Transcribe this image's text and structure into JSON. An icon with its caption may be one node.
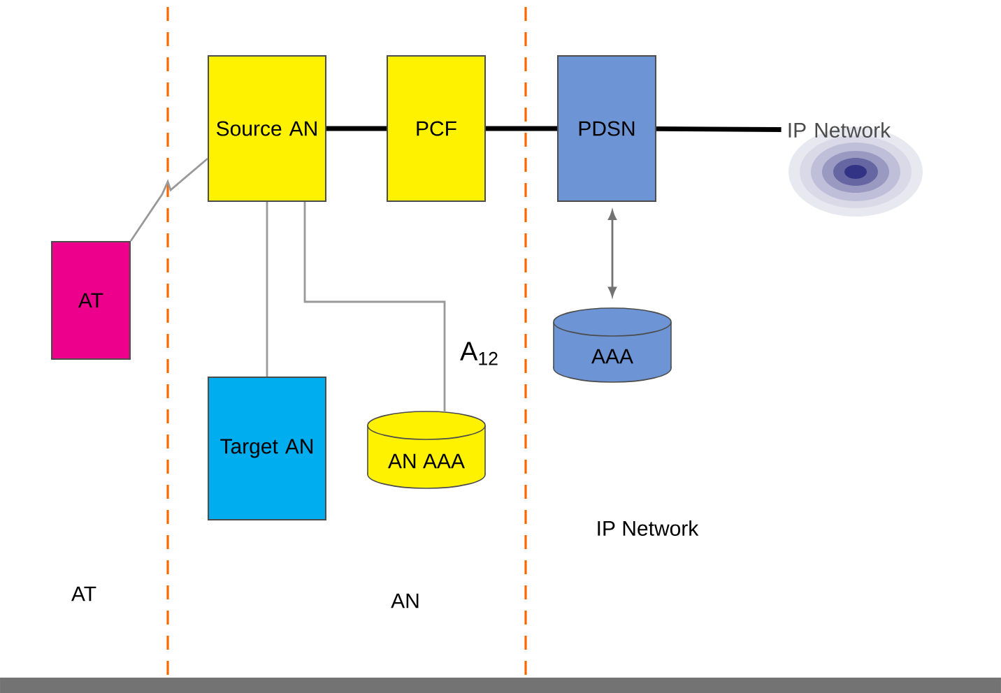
{
  "diagram": {
    "nodes": [
      {
        "text": [
          "AT"
        ]
      },
      {
        "text": [
          "Source AN"
        ]
      },
      {
        "text": [
          "PCF"
        ]
      },
      {
        "text": [
          "PDSN"
        ]
      },
      {
        "text": [
          "IP Network"
        ]
      },
      {
        "text": [
          "Target AN"
        ]
      },
      {
        "text": [
          "AN AAA"
        ]
      },
      {
        "text": [
          "AAA"
        ]
      }
    ],
    "edges": [
      {
        "from": 0,
        "to": 1,
        "arrow": "none",
        "color": "#999999"
      },
      {
        "from": 1,
        "to": 2,
        "arrow": "none",
        "style": "thick",
        "color": "#000000"
      },
      {
        "from": 2,
        "to": 3,
        "arrow": "none",
        "style": "thick",
        "color": "#000000"
      },
      {
        "from": 3,
        "to": 4,
        "arrow": "none",
        "style": "thick",
        "color": "#000000"
      },
      {
        "from": 3,
        "to": 7,
        "arrow": "both"
      },
      {
        "from": 1,
        "to": 5,
        "arrow": "none",
        "color": "#999999"
      },
      {
        "from": 1,
        "to": 6,
        "arrow": "none",
        "color": "#999999",
        "label": "A$_{12}$"
      }
    ],
    "labels": [
      "AT",
      "AN",
      "IP Network"
    ]
  }
}
